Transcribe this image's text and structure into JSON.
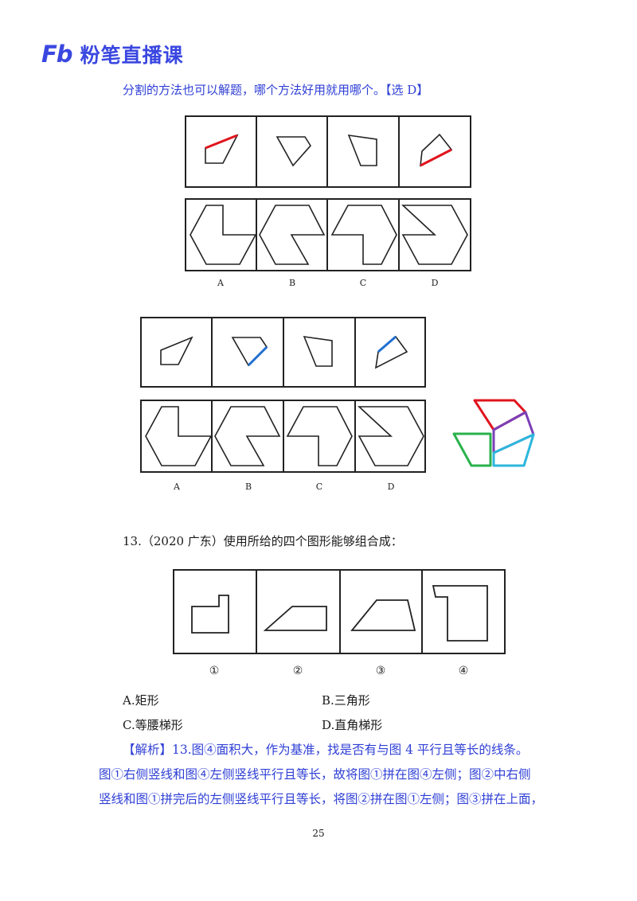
{
  "header": {
    "logo_mark": "Fb",
    "brand": "粉笔直播课"
  },
  "intro_line": "分割的方法也可以解题，哪个方法好用就用哪个。【选 D】",
  "figure1": {
    "option_labels": [
      "A",
      "B",
      "C",
      "D"
    ]
  },
  "figure2": {
    "option_labels": [
      "A",
      "B",
      "C",
      "D"
    ]
  },
  "question": {
    "title": "13.（2020 广东）使用所给的四个图形能够组合成：",
    "piece_labels": [
      "①",
      "②",
      "③",
      "④"
    ],
    "options": [
      {
        "key": "A",
        "text": "A.矩形"
      },
      {
        "key": "B",
        "text": "B.三角形"
      },
      {
        "key": "C",
        "text": "C.等腰梯形"
      },
      {
        "key": "D",
        "text": "D.直角梯形"
      }
    ]
  },
  "explanation": {
    "lines": [
      "【解析】13.图④面积大，作为基准，找是否有与图 4 平行且等长的线条。",
      "图①右侧竖线和图④左侧竖线平行且等长，故将图①拼在图④左侧；图②中右侧",
      "竖线和图①拼完后的左侧竖线平行且等长，将图②拼在图①左侧；图③拼在上面，"
    ]
  },
  "page_number": "25",
  "colors": {
    "brand_blue": "#3a47e0",
    "text_blue": "#2f3fd6",
    "highlight_red": "#e0141e",
    "highlight_blue": "#1f6fd1",
    "piece_green": "#2bb24c",
    "piece_purple": "#7b3fb6",
    "piece_cyan": "#2cb7dd"
  }
}
